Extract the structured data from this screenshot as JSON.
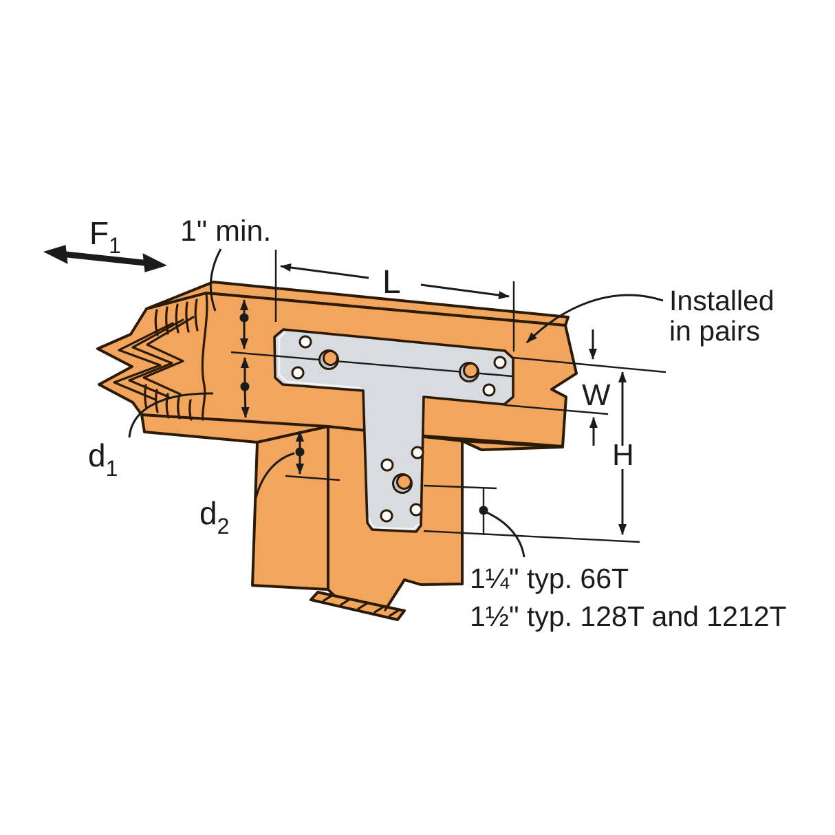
{
  "title": "T-strap connector installation diagram",
  "labels": {
    "force_base": "F",
    "force_sub": "1",
    "one_min": "1\" min.",
    "length": "L",
    "width": "W",
    "height": "H",
    "d1_base": "d",
    "d1_sub": "1",
    "d2_base": "d",
    "d2_sub": "2",
    "installed_line1": "Installed",
    "installed_line2": "in pairs",
    "typ_line1": "1¼\" typ. 66T",
    "typ_line2": "1½\" typ. 128T and 1212T"
  },
  "colors": {
    "wood": "#F2A55C",
    "outline": "#2A1A06",
    "plate": "#D8DCE1",
    "plate_dark": "#BEC6CD",
    "plate_highlight": "#F3F5F7",
    "ink": "#1B1B1B",
    "background": "#FFFFFF"
  }
}
